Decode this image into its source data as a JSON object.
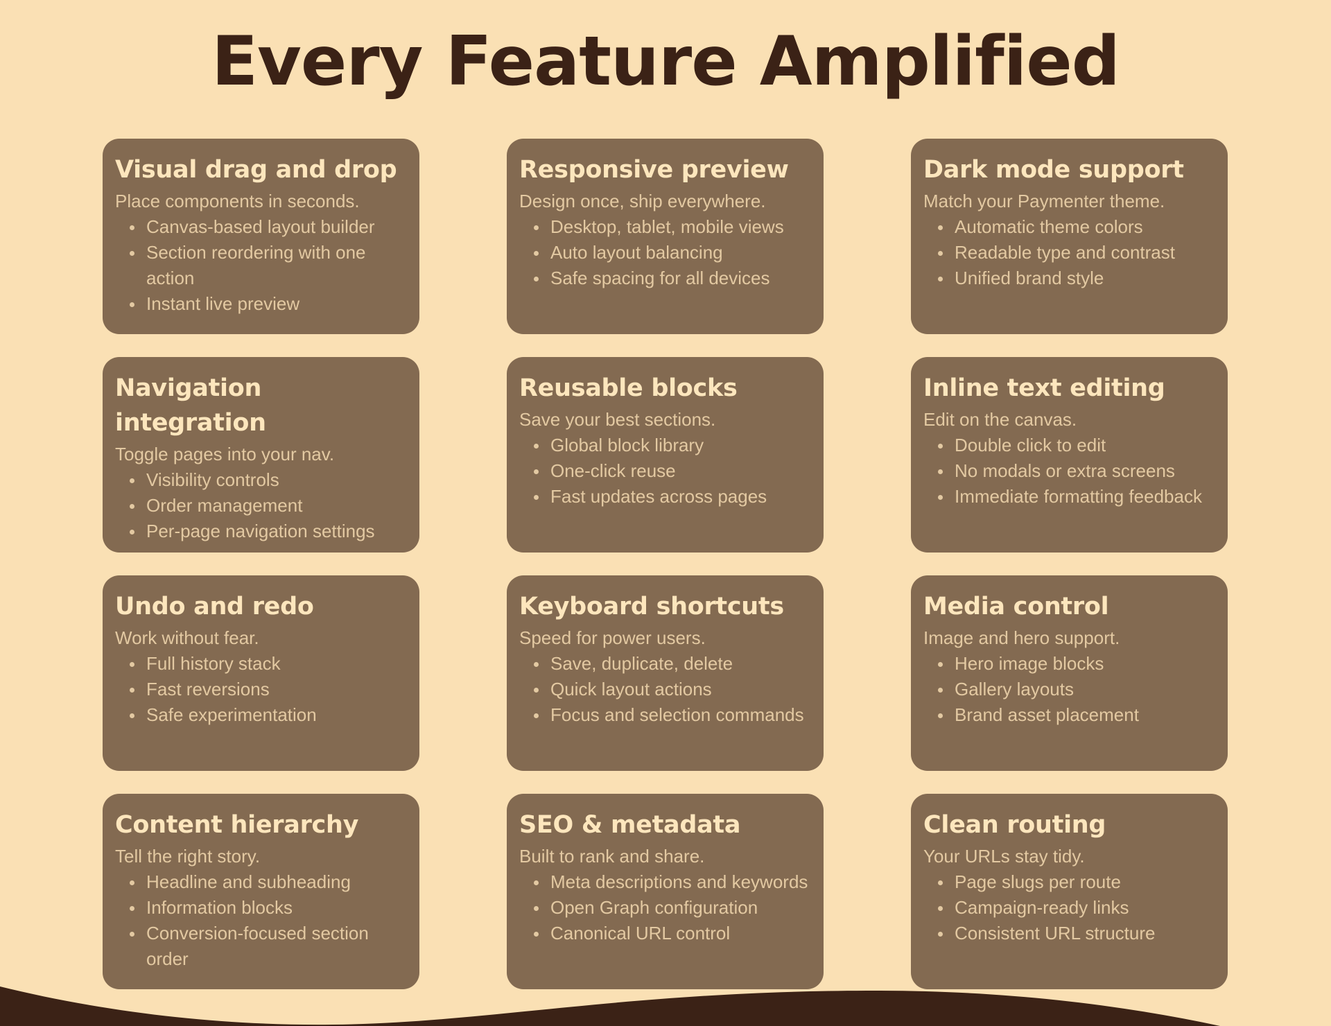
{
  "title": "Every Feature Amplified",
  "colors": {
    "background": "#fae0b4",
    "card": "#836a51",
    "heading": "#fde6bd",
    "body": "#e3c9a2",
    "title": "#3b2216"
  },
  "cards": [
    {
      "title": "Visual drag and drop",
      "subtitle": "Place components in seconds.",
      "items": [
        "Canvas-based layout builder",
        "Section reordering with one action",
        "Instant live preview"
      ]
    },
    {
      "title": "Responsive preview",
      "subtitle": "Design once, ship everywhere.",
      "items": [
        "Desktop, tablet, mobile views",
        "Auto layout balancing",
        "Safe spacing for all devices"
      ]
    },
    {
      "title": "Dark mode support",
      "subtitle": "Match your Paymenter theme.",
      "items": [
        "Automatic theme colors",
        "Readable type and contrast",
        "Unified brand style"
      ]
    },
    {
      "title": "Navigation integration",
      "subtitle": "Toggle pages into your nav.",
      "items": [
        "Visibility controls",
        "Order management",
        "Per-page navigation settings"
      ]
    },
    {
      "title": "Reusable blocks",
      "subtitle": "Save your best sections.",
      "items": [
        "Global block library",
        "One-click reuse",
        "Fast updates across pages"
      ]
    },
    {
      "title": "Inline text editing",
      "subtitle": "Edit on the canvas.",
      "items": [
        "Double click to edit",
        "No modals or extra screens",
        "Immediate formatting feedback"
      ]
    },
    {
      "title": "Undo and redo",
      "subtitle": "Work without fear.",
      "items": [
        "Full history stack",
        "Fast reversions",
        "Safe experimentation"
      ]
    },
    {
      "title": "Keyboard shortcuts",
      "subtitle": "Speed for power users.",
      "items": [
        "Save, duplicate, delete",
        "Quick layout actions",
        "Focus and selection commands"
      ]
    },
    {
      "title": "Media control",
      "subtitle": "Image and hero support.",
      "items": [
        "Hero image blocks",
        "Gallery layouts",
        "Brand asset placement"
      ]
    },
    {
      "title": "Content hierarchy",
      "subtitle": "Tell the right story.",
      "items": [
        "Headline and subheading",
        "Information blocks",
        "Conversion-focused section order"
      ]
    },
    {
      "title": "SEO & metadata",
      "subtitle": "Built to rank and share.",
      "items": [
        "Meta descriptions and keywords",
        "Open Graph configuration",
        "Canonical URL control"
      ]
    },
    {
      "title": "Clean routing",
      "subtitle": "Your URLs stay tidy.",
      "items": [
        "Page slugs per route",
        "Campaign-ready links",
        "Consistent URL structure"
      ]
    }
  ]
}
